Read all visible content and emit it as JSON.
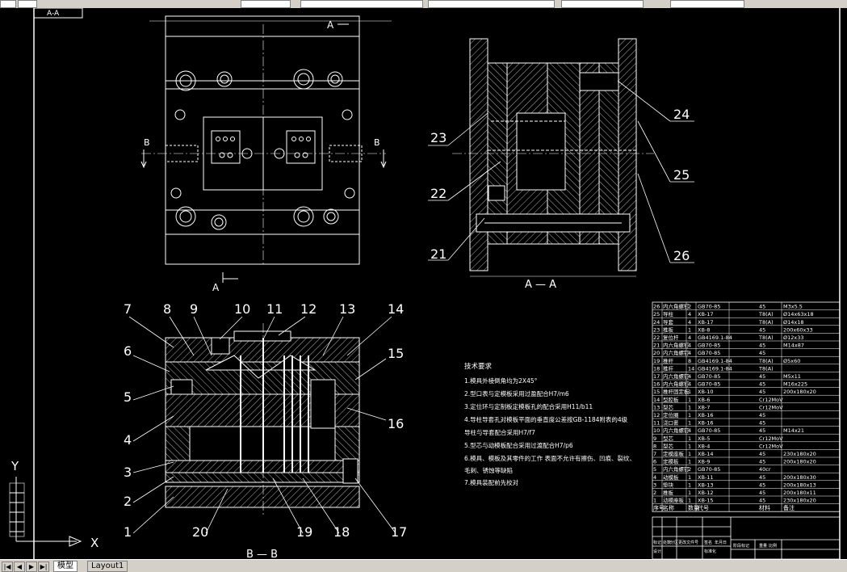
{
  "topbar": {
    "view_name_label": "A-A"
  },
  "section_labels": {
    "top_view_a": "A",
    "top_view_b_left": "B",
    "top_view_b_right": "B",
    "top_view_a_bottom": "A",
    "side_view_title": "A — A",
    "front_view_title": "B — B"
  },
  "part_numbers_front": [
    "7",
    "8",
    "9",
    "10",
    "11",
    "12",
    "13",
    "14",
    "6",
    "15",
    "5",
    "16",
    "4",
    "3",
    "2",
    "1",
    "20",
    "19",
    "18",
    "17"
  ],
  "part_numbers_side": [
    "23",
    "24",
    "25",
    "22",
    "21",
    "26"
  ],
  "ucs": {
    "y_label": "Y",
    "x_label": "X"
  },
  "tech_req": {
    "title": "技术要求",
    "lines": [
      "1.模具外棱倒角均为2X45°",
      "2.型口表与定模板采用过盈配合H7/m6",
      "3.定位环与定制板定模板孔的配合采用H11/b11",
      "4.导柱导套孔对模板平面的垂直度公差按GB-1184附表的4级",
      "  导柱与导套配合采用H7/f7",
      "5.型芯与动模板配合采用过渡配合H7/p6",
      "6.模具、模板及其零件的工作 表面不允许有擦伤、凹痕、裂纹、",
      "毛刺、锈蚀等缺陷",
      "7.模具装配前先校对"
    ]
  },
  "bom": {
    "rows": [
      [
        "26",
        "内六角螺钉",
        "2",
        "GB70-85",
        "45",
        "M3x5.5"
      ],
      [
        "25",
        "导柱",
        "4",
        "XB-17",
        "T8(A)",
        "Ø14x63x18"
      ],
      [
        "24",
        "导套",
        "4",
        "XB-17",
        "T8(A)",
        "Ø14x18"
      ],
      [
        "23",
        "推板",
        "1",
        "XB-8",
        "45",
        "200x60x33"
      ],
      [
        "22",
        "复位杆",
        "4",
        "GB4169.1-84",
        "T8(A)",
        "Ø12x33"
      ],
      [
        "21",
        "内六角螺钉",
        "4",
        "GB70-85",
        "45",
        "M14x87"
      ],
      [
        "20",
        "内六角螺钉",
        "4",
        "GB70-85",
        "45",
        ""
      ],
      [
        "19",
        "推杆",
        "8",
        "GB4169.1-84",
        "T8(A)",
        "Ø5x60"
      ],
      [
        "18",
        "推杆",
        "14",
        "GB4169.1-84",
        "T8(A)",
        ""
      ],
      [
        "17",
        "内六角螺钉",
        "4",
        "GB70-85",
        "45",
        "M5x11"
      ],
      [
        "16",
        "内六角螺钉",
        "4",
        "GB70-85",
        "45",
        "M16x225"
      ],
      [
        "15",
        "推杆固定板",
        "1",
        "XB-10",
        "45",
        "200x180x20"
      ],
      [
        "14",
        "型腔板",
        "1",
        "XB-6",
        "Cr12MoV",
        ""
      ],
      [
        "13",
        "型芯",
        "1",
        "XB-7",
        "Cr12MoV",
        ""
      ],
      [
        "12",
        "定位圈",
        "1",
        "XB-16",
        "45",
        ""
      ],
      [
        "11",
        "浇口套",
        "1",
        "XB-16",
        "45",
        ""
      ],
      [
        "10",
        "内六角螺钉",
        "4",
        "GB70-85",
        "45",
        "M14x21"
      ],
      [
        "9",
        "型芯",
        "1",
        "XB-5",
        "Cr12MoV",
        ""
      ],
      [
        "8",
        "型芯",
        "1",
        "XB-4",
        "Cr12MoV",
        ""
      ],
      [
        "7",
        "定模座板",
        "1",
        "XB-14",
        "45",
        "230x180x20"
      ],
      [
        "6",
        "定模板",
        "1",
        "XB-9",
        "45",
        "200x180x20"
      ],
      [
        "5",
        "内六角螺钉",
        "2",
        "GB70-85",
        "40cr",
        ""
      ],
      [
        "4",
        "动模板",
        "1",
        "XB-11",
        "45",
        "200x180x30"
      ],
      [
        "3",
        "垫块",
        "1",
        "XB-13",
        "45",
        "200x180x13"
      ],
      [
        "2",
        "推板",
        "1",
        "XB-12",
        "45",
        "200x180x11"
      ],
      [
        "1",
        "动模座板",
        "1",
        "XB-15",
        "45",
        "230x180x20"
      ]
    ],
    "header": [
      "序号",
      "名称",
      "数量",
      "代号",
      "材料",
      "备注"
    ]
  },
  "title_block": {
    "cells": [
      "标记",
      "处数",
      "分区",
      "更改文件号",
      "签名",
      "年月日",
      "设计",
      "标准化",
      "阶段标记",
      "重量",
      "比例"
    ]
  },
  "bottom": {
    "tabs": [
      "模型",
      "Layout1"
    ],
    "nav": [
      "|◀",
      "◀",
      "▶",
      "▶|"
    ]
  }
}
